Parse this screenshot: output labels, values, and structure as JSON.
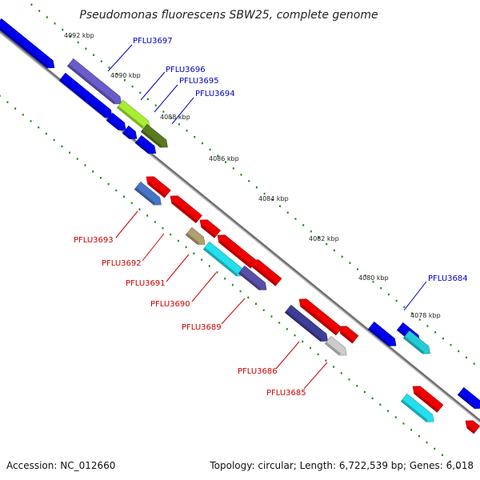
{
  "title": "Pseudomonas fluorescens SBW25, complete genome",
  "footer": {
    "accession": "Accession: NC_012660",
    "summary": "Topology: circular; Length: 6,722,539 bp; Genes: 6,018"
  },
  "colors": {
    "backbone": "#7d7d7d",
    "tick": "#1e8a1e",
    "label_forward": "#0000cc",
    "label_reverse": "#cc0000"
  },
  "kbp_labels": [
    "4092 kbp",
    "4090 kbp",
    "4088 kbp",
    "4086 kbp",
    "4084 kbp",
    "4082 kbp",
    "4080 kbp",
    "4078 kbp"
  ],
  "forward_labels": [
    "PFLU3697",
    "PFLU3696",
    "PFLU3695",
    "PFLU3694",
    "PFLU3684"
  ],
  "reverse_labels": [
    "PFLU3693",
    "PFLU3692",
    "PFLU3691",
    "PFLU3690",
    "PFLU3689",
    "PFLU3686",
    "PFLU3685"
  ]
}
